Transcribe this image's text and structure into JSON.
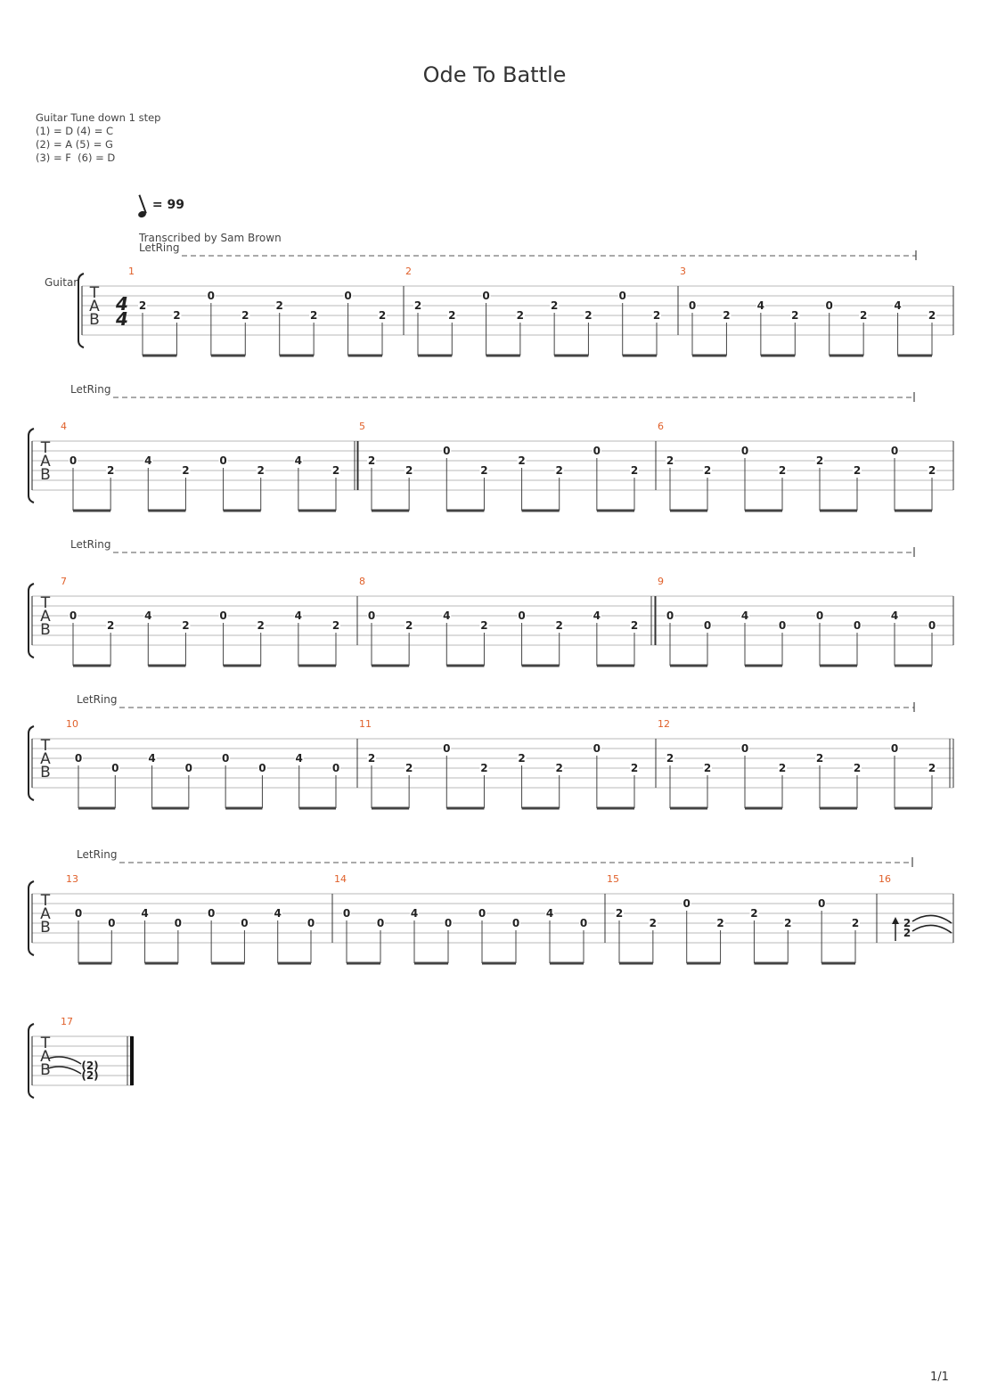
{
  "title": "Ode To Battle",
  "tuning": {
    "heading": "Guitar Tune down 1 step",
    "lines": [
      "(1) = D (4) = C",
      "(2) = A (5) = G",
      "(3) = F  (6) = D"
    ]
  },
  "tempo": {
    "value": "= 99"
  },
  "transcriber": "Transcribed by Sam Brown",
  "instrument": "Guitar",
  "let_ring_label": "LetRing",
  "tab_clef": [
    "T",
    "A",
    "B"
  ],
  "time_signature": [
    "4",
    "4"
  ],
  "page_number": "1/1",
  "systems": [
    {
      "measures": [
        {
          "number": "1",
          "notes": [
            [
              "A",
              "2"
            ],
            [
              "D",
              "2"
            ],
            [
              "E",
              "0"
            ],
            [
              "D",
              "2"
            ],
            [
              "A",
              "2"
            ],
            [
              "D",
              "2"
            ],
            [
              "E",
              "0"
            ],
            [
              "D",
              "2"
            ]
          ]
        },
        {
          "number": "2",
          "notes": [
            [
              "A",
              "2"
            ],
            [
              "D",
              "2"
            ],
            [
              "E",
              "0"
            ],
            [
              "D",
              "2"
            ],
            [
              "A",
              "2"
            ],
            [
              "D",
              "2"
            ],
            [
              "E",
              "0"
            ],
            [
              "D",
              "2"
            ]
          ]
        },
        {
          "number": "3",
          "notes": [
            [
              "A",
              "0"
            ],
            [
              "D",
              "2"
            ],
            [
              "A",
              "4"
            ],
            [
              "D",
              "2"
            ],
            [
              "A",
              "0"
            ],
            [
              "D",
              "2"
            ],
            [
              "A",
              "4"
            ],
            [
              "D",
              "2"
            ]
          ]
        }
      ]
    },
    {
      "measures": [
        {
          "number": "4",
          "notes": [
            [
              "A",
              "0"
            ],
            [
              "D",
              "2"
            ],
            [
              "A",
              "4"
            ],
            [
              "D",
              "2"
            ],
            [
              "A",
              "0"
            ],
            [
              "D",
              "2"
            ],
            [
              "A",
              "4"
            ],
            [
              "D",
              "2"
            ]
          ]
        },
        {
          "number": "5",
          "notes": [
            [
              "A",
              "2"
            ],
            [
              "D",
              "2"
            ],
            [
              "E",
              "0"
            ],
            [
              "D",
              "2"
            ],
            [
              "A",
              "2"
            ],
            [
              "D",
              "2"
            ],
            [
              "E",
              "0"
            ],
            [
              "D",
              "2"
            ]
          ]
        },
        {
          "number": "6",
          "notes": [
            [
              "A",
              "2"
            ],
            [
              "D",
              "2"
            ],
            [
              "E",
              "0"
            ],
            [
              "D",
              "2"
            ],
            [
              "A",
              "2"
            ],
            [
              "D",
              "2"
            ],
            [
              "E",
              "0"
            ],
            [
              "D",
              "2"
            ]
          ]
        }
      ]
    },
    {
      "measures": [
        {
          "number": "7",
          "notes": [
            [
              "A",
              "0"
            ],
            [
              "D",
              "2"
            ],
            [
              "A",
              "4"
            ],
            [
              "D",
              "2"
            ],
            [
              "A",
              "0"
            ],
            [
              "D",
              "2"
            ],
            [
              "A",
              "4"
            ],
            [
              "D",
              "2"
            ]
          ]
        },
        {
          "number": "8",
          "notes": [
            [
              "A",
              "0"
            ],
            [
              "D",
              "2"
            ],
            [
              "A",
              "4"
            ],
            [
              "D",
              "2"
            ],
            [
              "A",
              "0"
            ],
            [
              "D",
              "2"
            ],
            [
              "A",
              "4"
            ],
            [
              "D",
              "2"
            ]
          ]
        },
        {
          "number": "9",
          "notes": [
            [
              "A",
              "0"
            ],
            [
              "D",
              "0"
            ],
            [
              "A",
              "4"
            ],
            [
              "D",
              "0"
            ],
            [
              "A",
              "0"
            ],
            [
              "D",
              "0"
            ],
            [
              "A",
              "4"
            ],
            [
              "D",
              "0"
            ]
          ]
        }
      ]
    },
    {
      "measures": [
        {
          "number": "10",
          "notes": [
            [
              "A",
              "0"
            ],
            [
              "D",
              "0"
            ],
            [
              "A",
              "4"
            ],
            [
              "D",
              "0"
            ],
            [
              "A",
              "0"
            ],
            [
              "D",
              "0"
            ],
            [
              "A",
              "4"
            ],
            [
              "D",
              "0"
            ]
          ]
        },
        {
          "number": "11",
          "notes": [
            [
              "A",
              "2"
            ],
            [
              "D",
              "2"
            ],
            [
              "E",
              "0"
            ],
            [
              "D",
              "2"
            ],
            [
              "A",
              "2"
            ],
            [
              "D",
              "2"
            ],
            [
              "E",
              "0"
            ],
            [
              "D",
              "2"
            ]
          ]
        },
        {
          "number": "12",
          "notes": [
            [
              "A",
              "2"
            ],
            [
              "D",
              "2"
            ],
            [
              "E",
              "0"
            ],
            [
              "D",
              "2"
            ],
            [
              "A",
              "2"
            ],
            [
              "D",
              "2"
            ],
            [
              "E",
              "0"
            ],
            [
              "D",
              "2"
            ]
          ]
        }
      ]
    },
    {
      "measures": [
        {
          "number": "13",
          "notes": [
            [
              "A",
              "0"
            ],
            [
              "D",
              "0"
            ],
            [
              "A",
              "4"
            ],
            [
              "D",
              "0"
            ],
            [
              "A",
              "0"
            ],
            [
              "D",
              "0"
            ],
            [
              "A",
              "4"
            ],
            [
              "D",
              "0"
            ]
          ]
        },
        {
          "number": "14",
          "notes": [
            [
              "A",
              "0"
            ],
            [
              "D",
              "0"
            ],
            [
              "A",
              "4"
            ],
            [
              "D",
              "0"
            ],
            [
              "A",
              "0"
            ],
            [
              "D",
              "0"
            ],
            [
              "A",
              "4"
            ],
            [
              "D",
              "0"
            ]
          ]
        },
        {
          "number": "15",
          "notes": [
            [
              "A",
              "2"
            ],
            [
              "D",
              "2"
            ],
            [
              "E",
              "0"
            ],
            [
              "D",
              "2"
            ],
            [
              "A",
              "2"
            ],
            [
              "D",
              "2"
            ],
            [
              "E",
              "0"
            ],
            [
              "D",
              "2"
            ]
          ]
        },
        {
          "number": "16",
          "chord": [
            "2",
            "2"
          ]
        }
      ]
    },
    {
      "measures": [
        {
          "number": "17",
          "chord": [
            "(2)",
            "(2)"
          ]
        }
      ]
    }
  ]
}
